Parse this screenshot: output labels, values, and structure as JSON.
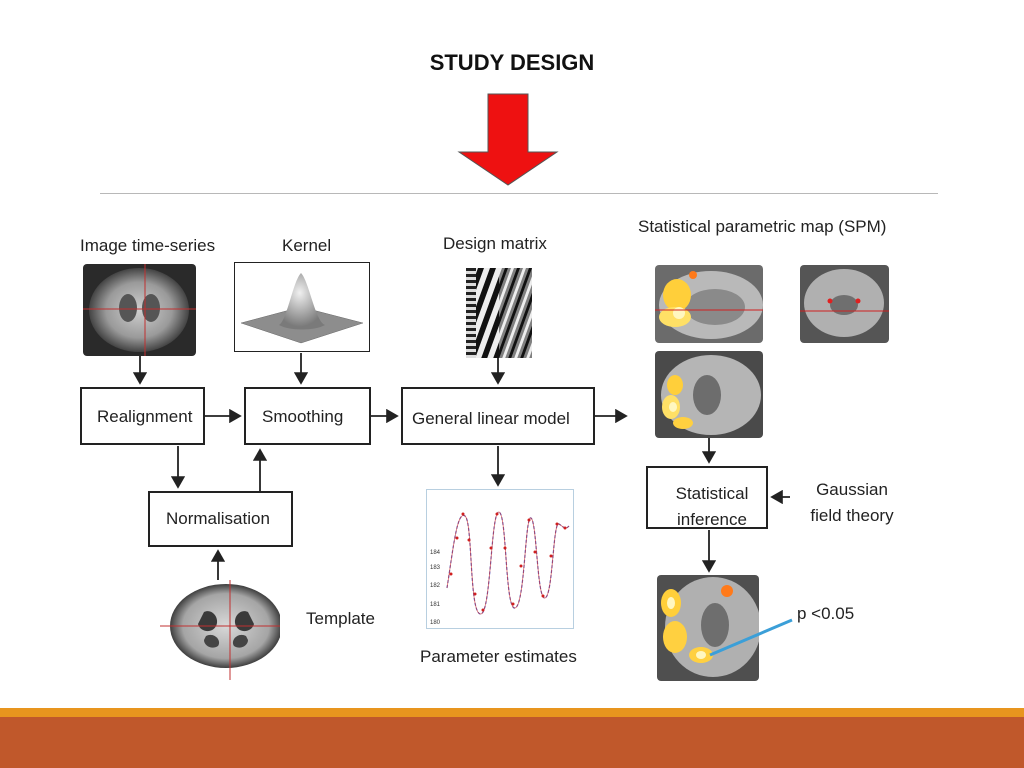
{
  "title": "STUDY DESIGN",
  "labels": {
    "image_series": "Image time-series",
    "kernel": "Kernel",
    "design_matrix": "Design matrix",
    "spm": "Statistical parametric map (SPM)",
    "template": "Template",
    "parameter_estimates": "Parameter estimates",
    "gaussian": "Gaussian field theory",
    "p_value": "p <0.05"
  },
  "boxes": {
    "realignment": "Realignment",
    "smoothing": "Smoothing",
    "glm": "General linear model",
    "normalisation": "Normalisation",
    "inference": "Statistical inference"
  },
  "plot": {
    "ytick_labels": [
      "184",
      "183",
      "182",
      "181",
      "180"
    ]
  },
  "colors": {
    "arrow_red": "#ee1111",
    "footer_orange": "#e8951e",
    "footer_rust": "#c0582b",
    "pointer_blue": "#3b9fd8"
  }
}
